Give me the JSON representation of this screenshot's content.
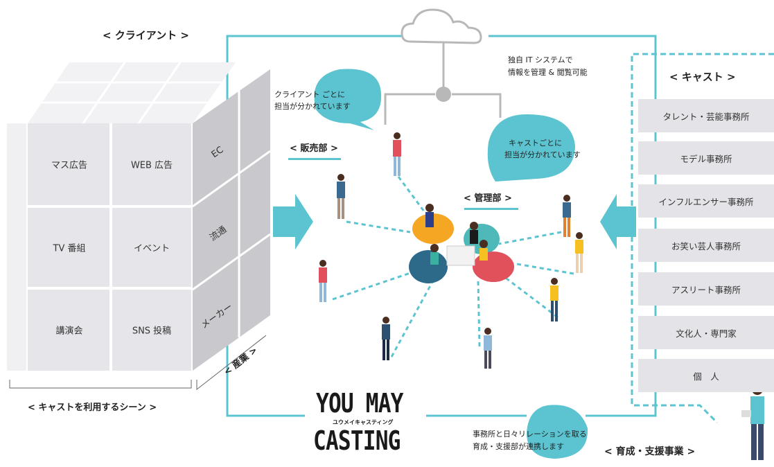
{
  "client_header": "< クライアント >",
  "cast_header": "< キャスト >",
  "sales_label": "< 販売部 >",
  "management_label": "< 管理部 >",
  "training_label": "< 育成・支援事業 >",
  "scene_label": "< キャストを利用するシーン >",
  "industry_label": "< 産業 >",
  "cube": {
    "front_cells": [
      "マス広告",
      "WEB 広告",
      "TV 番組",
      "イベント",
      "講演会",
      "SNS 投稿"
    ],
    "side_cells": [
      "EC",
      "流通",
      "メーカー"
    ]
  },
  "bubbles": {
    "client_bubble": [
      "クライアント ごとに",
      "担当が分かれています"
    ],
    "cast_bubble": [
      "キャストごとに",
      "担当が分かれています"
    ]
  },
  "notes": {
    "it_system": [
      "独自 IT システムで",
      "情報を管理 & 閲覧可能"
    ],
    "relation": [
      "事務所と日々リレーションを取る",
      "育成・支援部が連携します"
    ]
  },
  "cast_list": [
    "タレント・芸能事務所",
    "モデル事務所",
    "インフルエンサー事務所",
    "お笑い芸人事務所",
    "アスリート事務所",
    "文化人・専門家",
    "個　人"
  ],
  "logo": {
    "line1": "YOU MAY",
    "sub": "ユウメイキャスティング",
    "line2": "CASTING"
  },
  "colors": {
    "accent": "#5bc4d0",
    "cube_cell": "#e6e6ea",
    "cube_side": "#c9c9cd"
  }
}
